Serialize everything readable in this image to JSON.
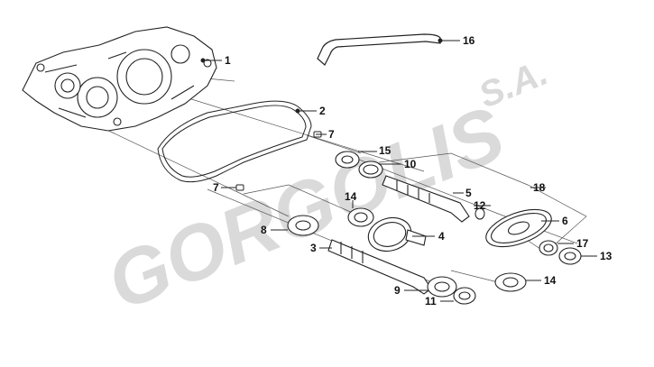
{
  "watermark": {
    "brand": "GORGOLIS",
    "suffix": "S.A."
  },
  "callouts": [
    {
      "id": "c1",
      "number": "1"
    },
    {
      "id": "c2",
      "number": "2"
    },
    {
      "id": "c3",
      "number": "3"
    },
    {
      "id": "c4",
      "number": "4"
    },
    {
      "id": "c5",
      "number": "5"
    },
    {
      "id": "c6",
      "number": "6"
    },
    {
      "id": "c7a",
      "number": "7"
    },
    {
      "id": "c7b",
      "number": "7"
    },
    {
      "id": "c8",
      "number": "8"
    },
    {
      "id": "c9",
      "number": "9"
    },
    {
      "id": "c10",
      "number": "10"
    },
    {
      "id": "c11",
      "number": "11"
    },
    {
      "id": "c12",
      "number": "12"
    },
    {
      "id": "c13",
      "number": "13"
    },
    {
      "id": "c14a",
      "number": "14"
    },
    {
      "id": "c14b",
      "number": "14"
    },
    {
      "id": "c15",
      "number": "15"
    },
    {
      "id": "c16",
      "number": "16"
    },
    {
      "id": "c17",
      "number": "17"
    },
    {
      "id": "c18",
      "number": "18"
    }
  ]
}
